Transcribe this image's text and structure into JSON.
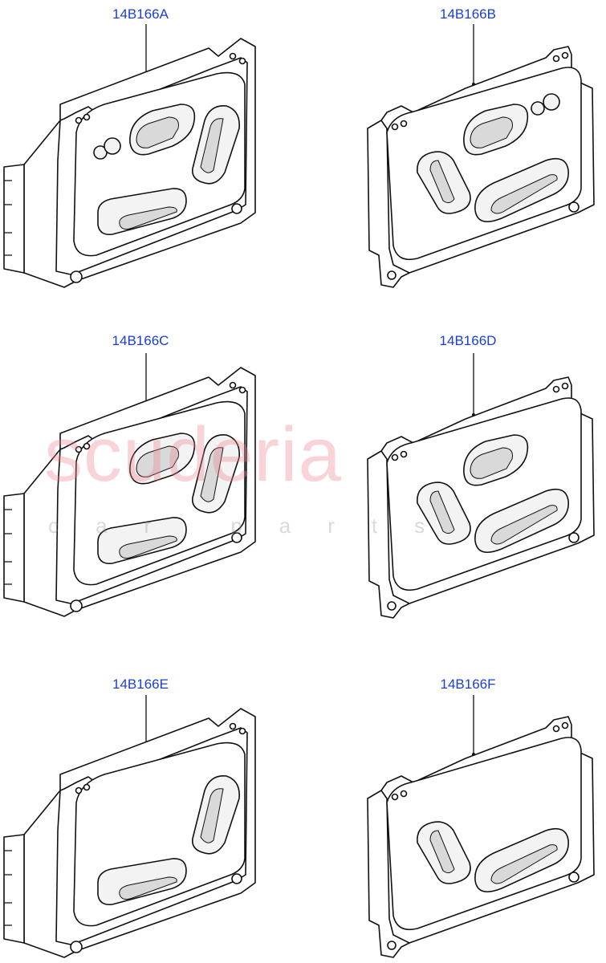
{
  "parts": [
    {
      "id": "A",
      "label": "14B166A",
      "variant": "left-full"
    },
    {
      "id": "B",
      "label": "14B166B",
      "variant": "right-full"
    },
    {
      "id": "C",
      "label": "14B166C",
      "variant": "left-nodot"
    },
    {
      "id": "D",
      "label": "14B166D",
      "variant": "right-nodot"
    },
    {
      "id": "E",
      "label": "14B166E",
      "variant": "left-min"
    },
    {
      "id": "F",
      "label": "14B166F",
      "variant": "right-min"
    }
  ],
  "watermark": {
    "main": "scuderia",
    "sub": "car parts",
    "color": "#eb828c"
  },
  "label_color": "#1a3fd1"
}
